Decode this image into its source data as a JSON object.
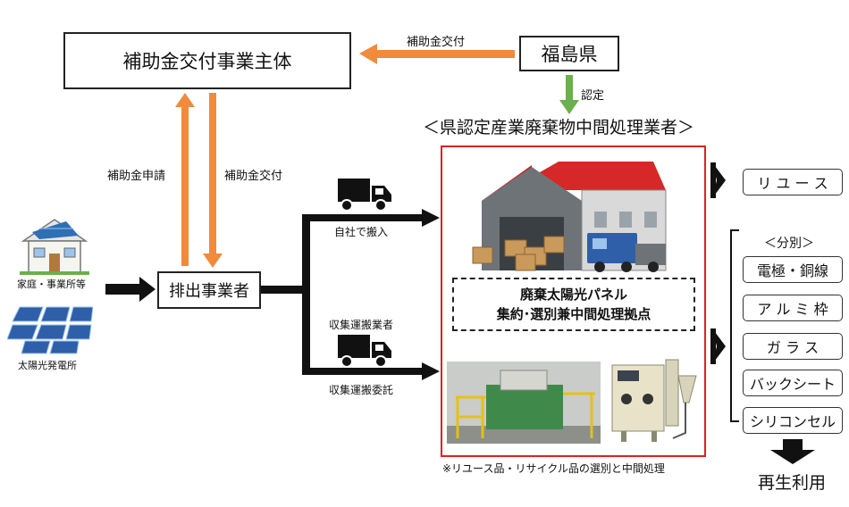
{
  "nodes": {
    "subsidy_body": "補助金交付事業主体",
    "fukushima": "福島県",
    "discharger": "排出事業者",
    "processor_heading": "＜県認定産業廃棄物中間処理業者＞",
    "center_line1": "廃棄太陽光パネル",
    "center_line2": "集約･選別兼中間処理拠点",
    "footnote": "※リユース品・リサイクル品の選別と中間処理",
    "reuse": "リ ユ ー ス",
    "sort_heading": "＜分別＞",
    "recycle": "再生利用"
  },
  "sources": {
    "home_office": "家庭・事業所等",
    "solar_plant": "太陽光発電所"
  },
  "flows": {
    "subsidy_from_pref": "補助金交付",
    "approval": "認定",
    "subsidy_application": "補助金申請",
    "subsidy_grant": "補助金交付",
    "self_transport": "自社で搬入",
    "collector": "収集運搬業者",
    "collection_consignment": "収集運搬委託"
  },
  "sorted_items": [
    "電極・銅線",
    "ア ル ミ 枠",
    "ガ ラ ス",
    "バックシート",
    "シリコンセル"
  ],
  "colors": {
    "orange_arrow": "#f08a3c",
    "green_arrow": "#6ab04c",
    "red_frame": "#e02020",
    "roof_red": "#d62828"
  },
  "icons": [
    "house-icon",
    "solar-panel-icon",
    "truck-icon",
    "warehouse-icon",
    "sorting-machine-icon",
    "blast-cabinet-icon"
  ]
}
